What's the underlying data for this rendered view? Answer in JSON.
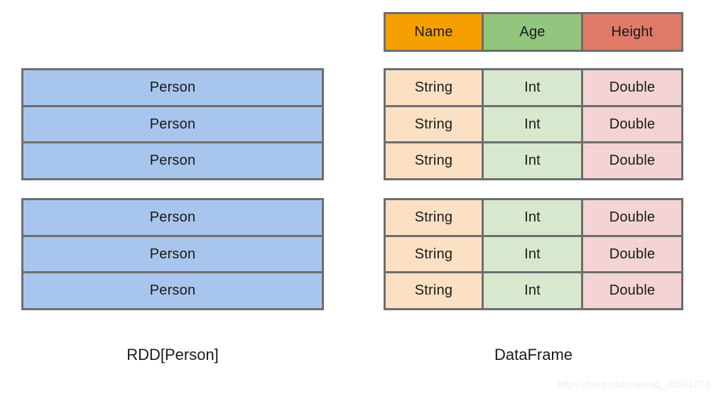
{
  "diagram": {
    "title_hidden": "",
    "colors": {
      "border": "#6e6e6e",
      "rdd_row": "#a8c5ed",
      "header_name": "#f5a000",
      "header_age": "#92c67e",
      "header_height": "#e07b68",
      "cell_name": "#fbe0c4",
      "cell_age": "#d7e8cf",
      "cell_height": "#f3d3d4",
      "background": "#ffffff",
      "watermark": "#eeeeee"
    }
  },
  "rdd": {
    "caption": "RDD[Person]",
    "groups": [
      {
        "rows": [
          "Person",
          "Person",
          "Person"
        ]
      },
      {
        "rows": [
          "Person",
          "Person",
          "Person"
        ]
      }
    ]
  },
  "dataframe": {
    "caption": "DataFrame",
    "header": [
      "Name",
      "Age",
      "Height"
    ],
    "groups": [
      {
        "rows": [
          [
            "String",
            "Int",
            "Double"
          ],
          [
            "String",
            "Int",
            "Double"
          ],
          [
            "String",
            "Int",
            "Double"
          ]
        ]
      },
      {
        "rows": [
          [
            "String",
            "Int",
            "Double"
          ],
          [
            "String",
            "Int",
            "Double"
          ],
          [
            "String",
            "Int",
            "Double"
          ]
        ]
      }
    ]
  },
  "watermark": {
    "text": "https://blog.csdn.net/qq_33581278"
  }
}
